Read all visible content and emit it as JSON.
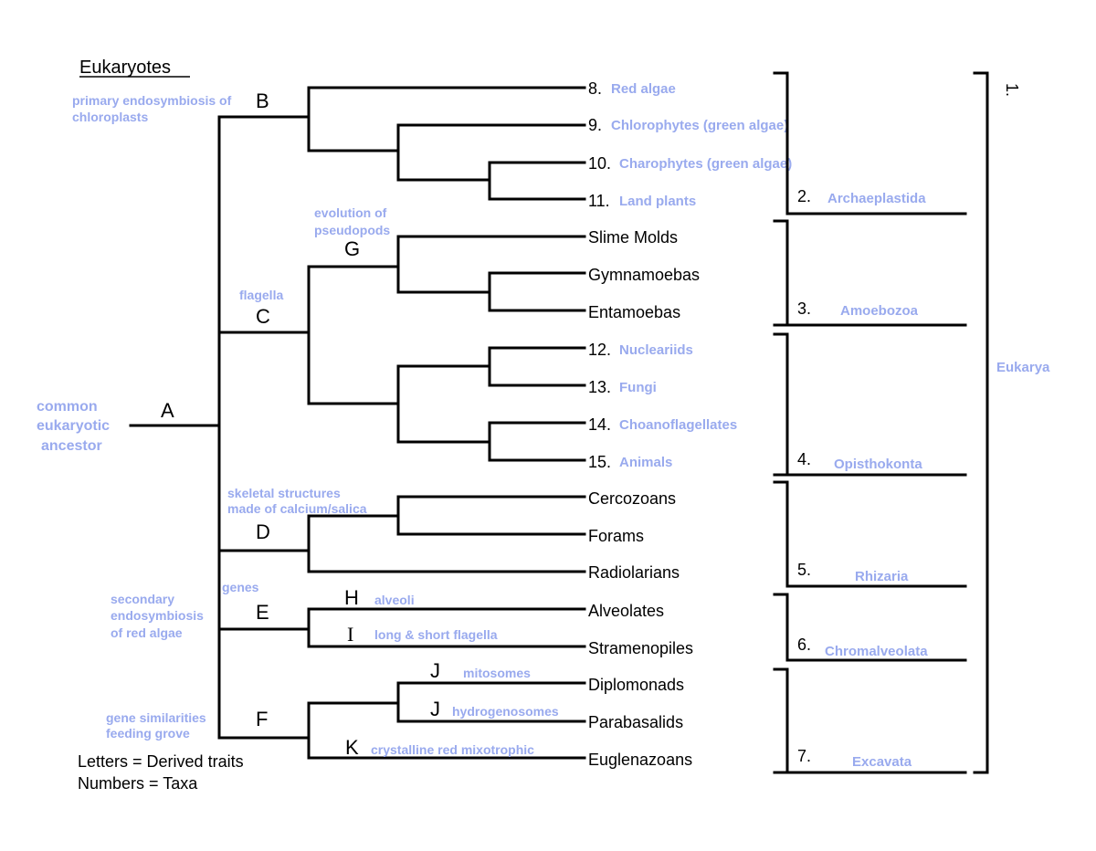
{
  "title": "Eukaryotes",
  "legend": {
    "letters": "Letters = Derived traits",
    "numbers": "Numbers = Taxa"
  },
  "root_label": [
    "common",
    "eukaryotic",
    "ancestor"
  ],
  "nodes": {
    "A": "A",
    "B": "B",
    "C": "C",
    "D": "D",
    "E": "E",
    "F": "F",
    "G": "G",
    "H": "H",
    "I": "I",
    "J1": "J",
    "J2": "J",
    "K": "K"
  },
  "traits": {
    "B": [
      "primary endosymbiosis of",
      "chloroplasts"
    ],
    "C": [
      "flagella"
    ],
    "D": [
      "skeletal structures",
      "made of calcium/salica"
    ],
    "E_genes": "genes",
    "E": [
      "secondary",
      "endosymbiosis",
      "of red algae"
    ],
    "F": [
      "gene similarities",
      "feeding grove"
    ],
    "G": [
      "evolution of",
      "pseudopods"
    ],
    "H": "alveoli",
    "I": "long & short flagella",
    "J1": "mitosomes",
    "J2": "hydrogenosomes",
    "K": "crystalline red mixotrophic"
  },
  "taxa": [
    {
      "num": "8.",
      "name": "Red algae",
      "blue": true
    },
    {
      "num": "9.",
      "name": "Chlorophytes (green algae)",
      "blue": true
    },
    {
      "num": "10.",
      "name": "Charophytes (green algae)",
      "blue": true
    },
    {
      "num": "11.",
      "name": "Land plants",
      "blue": true
    },
    {
      "num": "",
      "name": "Slime Molds",
      "blue": false
    },
    {
      "num": "",
      "name": "Gymnamoebas",
      "blue": false
    },
    {
      "num": "",
      "name": "Entamoebas",
      "blue": false
    },
    {
      "num": "12.",
      "name": "Nucleariids",
      "blue": true
    },
    {
      "num": "13.",
      "name": "Fungi",
      "blue": true
    },
    {
      "num": "14.",
      "name": "Choanoflagellates",
      "blue": true
    },
    {
      "num": "15.",
      "name": "Animals",
      "blue": true
    },
    {
      "num": "",
      "name": "Cercozoans",
      "blue": false
    },
    {
      "num": "",
      "name": "Forams",
      "blue": false
    },
    {
      "num": "",
      "name": "Radiolarians",
      "blue": false
    },
    {
      "num": "",
      "name": "Alveolates",
      "blue": false
    },
    {
      "num": "",
      "name": "Stramenopiles",
      "blue": false
    },
    {
      "num": "",
      "name": "Diplomonads",
      "blue": false
    },
    {
      "num": "",
      "name": "Parabasalids",
      "blue": false
    },
    {
      "num": "",
      "name": "Euglenazoans",
      "blue": false
    }
  ],
  "groups": [
    {
      "num": "2.",
      "name": "Archaeplastida"
    },
    {
      "num": "3.",
      "name": "Amoebozoa"
    },
    {
      "num": "4.",
      "name": "Opisthokonta"
    },
    {
      "num": "5.",
      "name": "Rhizaria"
    },
    {
      "num": "6.",
      "name": "Chromalveolata"
    },
    {
      "num": "7.",
      "name": "Excavata"
    }
  ],
  "domain": {
    "num": "1.",
    "name": "Eukarya"
  }
}
